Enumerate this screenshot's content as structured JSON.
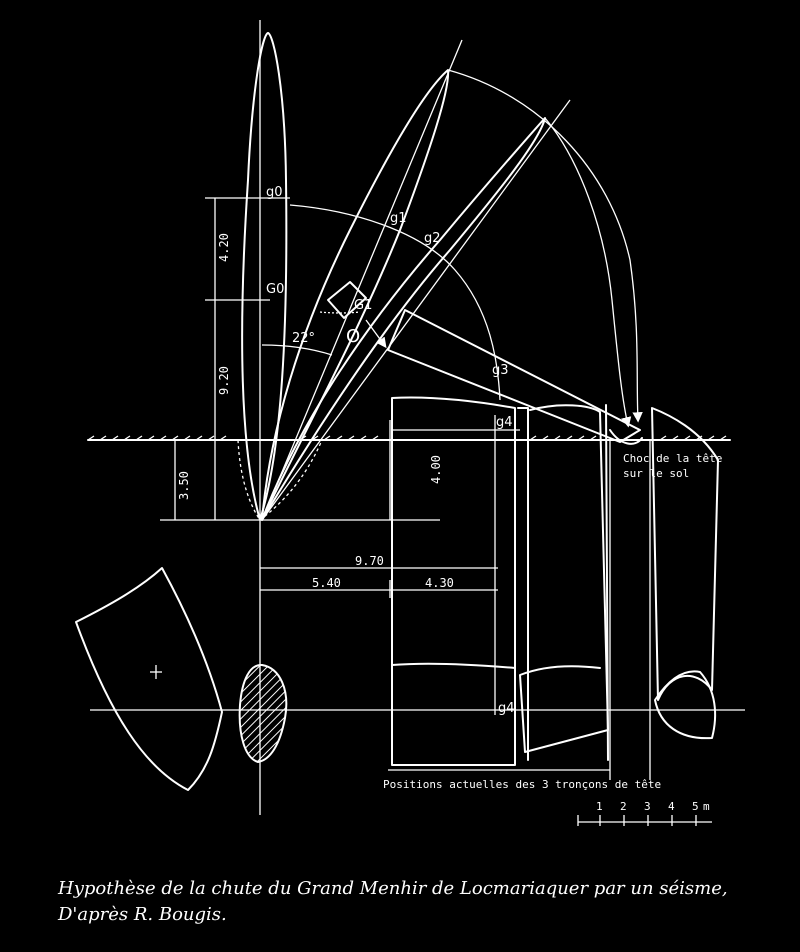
{
  "figure": {
    "labels": {
      "g0": "g0",
      "G0": "G0",
      "g1": "g1",
      "g2": "g2",
      "G1": "G1",
      "O": "O",
      "g3": "g3",
      "g4_top": "g4",
      "g4_bottom": "g4",
      "angle": "22°"
    },
    "dimensions": {
      "d420": "4.20",
      "d920": "9.20",
      "d350": "3.50",
      "d400": "4.00",
      "d970": "9.70",
      "d540": "5.40",
      "d430": "4.30"
    },
    "notes": {
      "impact_line1": "Choc de la tête",
      "impact_line2": "sur le sol",
      "positions": "Positions actuelles des 3 tronçons de tête"
    },
    "scale": {
      "ticks": [
        "1",
        "2",
        "3",
        "4",
        "5"
      ],
      "unit": "m"
    }
  },
  "caption": {
    "line1": "Hypothèse de la chute du Grand Menhir de Locmariaquer par un séisme,",
    "line2": "D'après R. Bougis."
  }
}
